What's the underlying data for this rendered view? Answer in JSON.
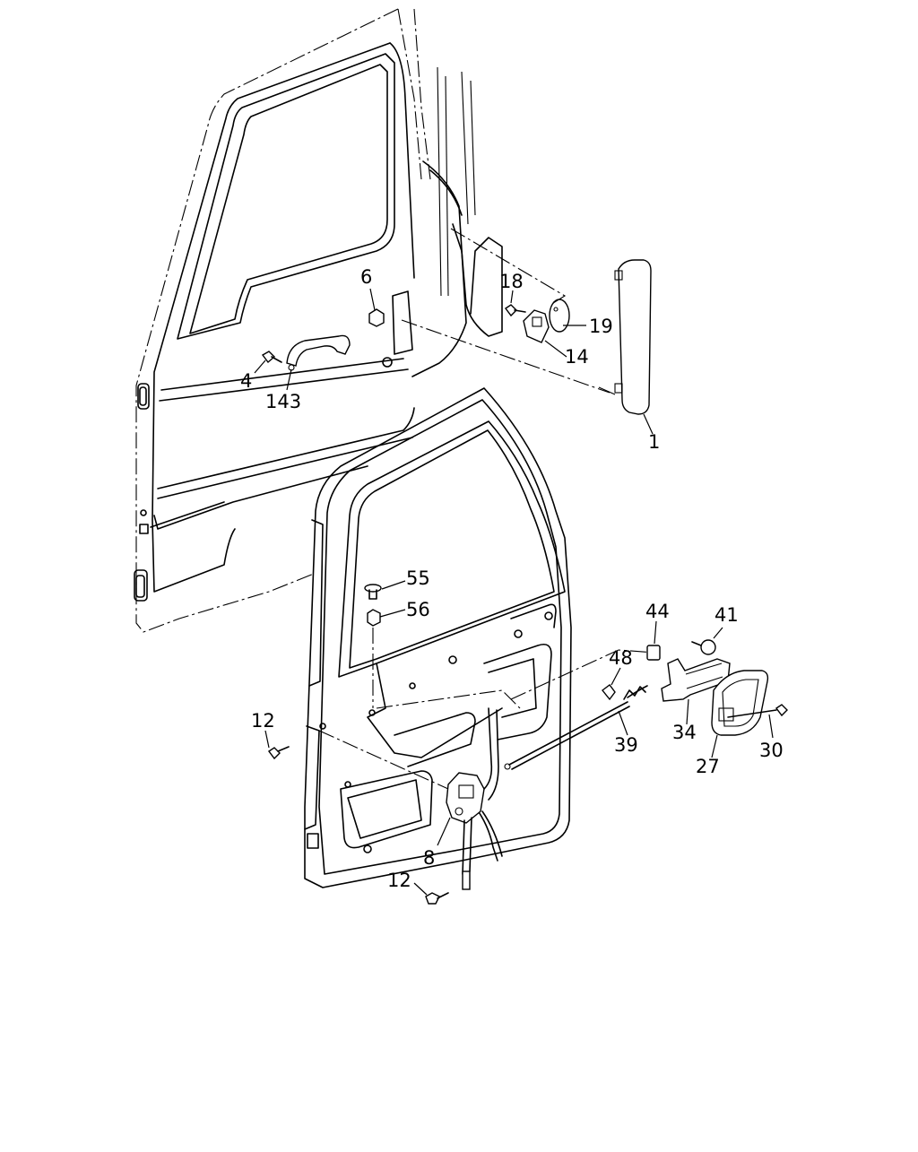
{
  "callouts": [
    {
      "id": "c6",
      "text": "6"
    },
    {
      "id": "c18",
      "text": "18"
    },
    {
      "id": "c19",
      "text": "19"
    },
    {
      "id": "c14",
      "text": "14"
    },
    {
      "id": "c4",
      "text": "4"
    },
    {
      "id": "c143",
      "text": "143"
    },
    {
      "id": "c1",
      "text": "1"
    },
    {
      "id": "c55",
      "text": "55"
    },
    {
      "id": "c56",
      "text": "56"
    },
    {
      "id": "c44",
      "text": "44"
    },
    {
      "id": "c41",
      "text": "41"
    },
    {
      "id": "c48",
      "text": "48"
    },
    {
      "id": "c12a",
      "text": "12"
    },
    {
      "id": "c39",
      "text": "39"
    },
    {
      "id": "c34",
      "text": "34"
    },
    {
      "id": "c30",
      "text": "30"
    },
    {
      "id": "c27",
      "text": "27"
    },
    {
      "id": "c8",
      "text": "8"
    },
    {
      "id": "c12b",
      "text": "12"
    }
  ]
}
